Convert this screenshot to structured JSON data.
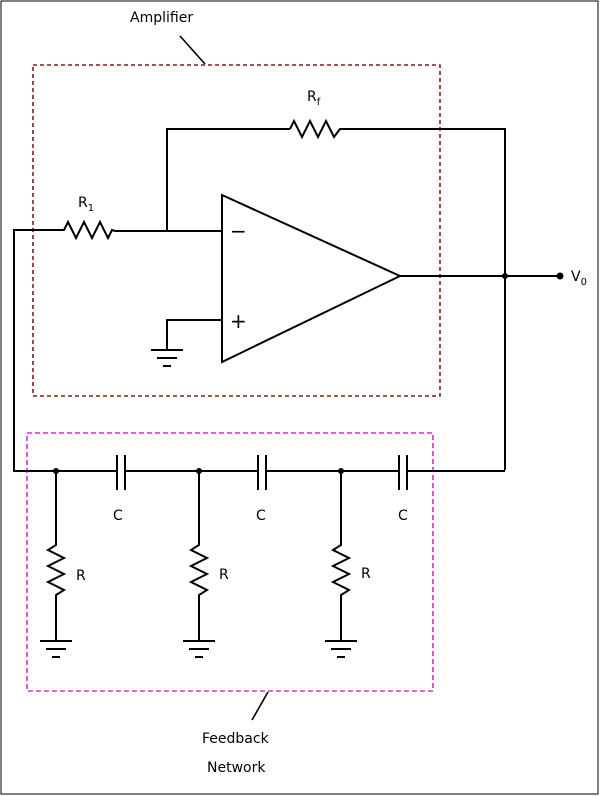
{
  "labels": {
    "amplifier": "Amplifier",
    "feedback_line1": "Feedback",
    "feedback_line2": "Network",
    "r1_main": "R",
    "r1_sub": "1",
    "rf_main": "R",
    "rf_sub": "f",
    "v0_main": "V",
    "v0_sub": "0",
    "minus": "−",
    "plus": "+",
    "capacitor": "C",
    "resistor": "R"
  },
  "colors": {
    "amplifier_box": "#8b1a1a",
    "feedback_box": "#cc33cc",
    "wire": "#000000"
  }
}
